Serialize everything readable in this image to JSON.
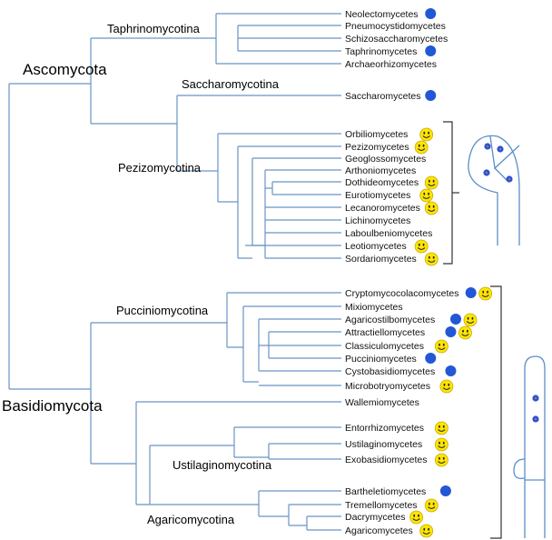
{
  "phyla": {
    "ascomycota": "Ascomycota",
    "basidiomycota": "Basidiomycota"
  },
  "subphyla": {
    "taphrinomycotina": "Taphrinomycotina",
    "saccharomycotina": "Saccharomycotina",
    "pezizomycotina": "Pezizomycotina",
    "pucciniomycotina": "Pucciniomycotina",
    "ustilaginomycotina": "Ustilaginomycotina",
    "agaricomycotina": "Agaricomycotina"
  },
  "classes": [
    {
      "name": "Neolectomycetes",
      "blue": true,
      "smiley": false
    },
    {
      "name": "Pneumocystidomycetes",
      "blue": false,
      "smiley": false
    },
    {
      "name": "Schizosaccharomycetes",
      "blue": false,
      "smiley": false
    },
    {
      "name": "Taphrinomycetes",
      "blue": true,
      "smiley": false
    },
    {
      "name": "Archaeorhizomycetes",
      "blue": false,
      "smiley": false
    },
    {
      "name": "Saccharomycetes",
      "blue": true,
      "smiley": false
    },
    {
      "name": "Orbiliomycetes",
      "blue": false,
      "smiley": true
    },
    {
      "name": "Pezizomycetes",
      "blue": false,
      "smiley": true
    },
    {
      "name": "Geoglossomycetes",
      "blue": false,
      "smiley": false
    },
    {
      "name": "Arthoniomycetes",
      "blue": false,
      "smiley": false
    },
    {
      "name": "Dothideomycetes",
      "blue": false,
      "smiley": true
    },
    {
      "name": "Eurotiomycetes",
      "blue": false,
      "smiley": true
    },
    {
      "name": "Lecanoromycetes",
      "blue": false,
      "smiley": true
    },
    {
      "name": "Lichinomycetes",
      "blue": false,
      "smiley": false
    },
    {
      "name": "Laboulbeniomycetes",
      "blue": false,
      "smiley": false
    },
    {
      "name": "Leotiomycetes",
      "blue": false,
      "smiley": true
    },
    {
      "name": "Sordariomycetes",
      "blue": false,
      "smiley": true
    },
    {
      "name": "Cryptomycocolacomycetes",
      "blue": true,
      "smiley": true
    },
    {
      "name": "Mixiomycetes",
      "blue": false,
      "smiley": false
    },
    {
      "name": "Agaricostilbomycetes",
      "blue": true,
      "smiley": true
    },
    {
      "name": "Attractiellomycetes",
      "blue": true,
      "smiley": true
    },
    {
      "name": "Classiculomycetes",
      "blue": false,
      "smiley": true
    },
    {
      "name": "Pucciniomycetes",
      "blue": true,
      "smiley": false
    },
    {
      "name": "Cystobasidiomycetes",
      "blue": true,
      "smiley": false
    },
    {
      "name": "Microbotryomycetes",
      "blue": false,
      "smiley": true
    },
    {
      "name": "Wallemiomycetes",
      "blue": false,
      "smiley": false
    },
    {
      "name": "Entorrhizomycetes",
      "blue": false,
      "smiley": true
    },
    {
      "name": "Ustilaginomycetes",
      "blue": false,
      "smiley": true
    },
    {
      "name": "Exobasidiomycetes",
      "blue": false,
      "smiley": true
    },
    {
      "name": "Bartheletiomycetes",
      "blue": true,
      "smiley": false
    },
    {
      "name": "Tremellomycetes",
      "blue": false,
      "smiley": true
    },
    {
      "name": "Dacrymycetes",
      "blue": false,
      "smiley": true
    },
    {
      "name": "Agaricomycetes",
      "blue": false,
      "smiley": true
    }
  ],
  "colors": {
    "branch": "#6a93c4",
    "nucleus_marker": "#2257d6",
    "smiley_face": "#ffe600"
  }
}
